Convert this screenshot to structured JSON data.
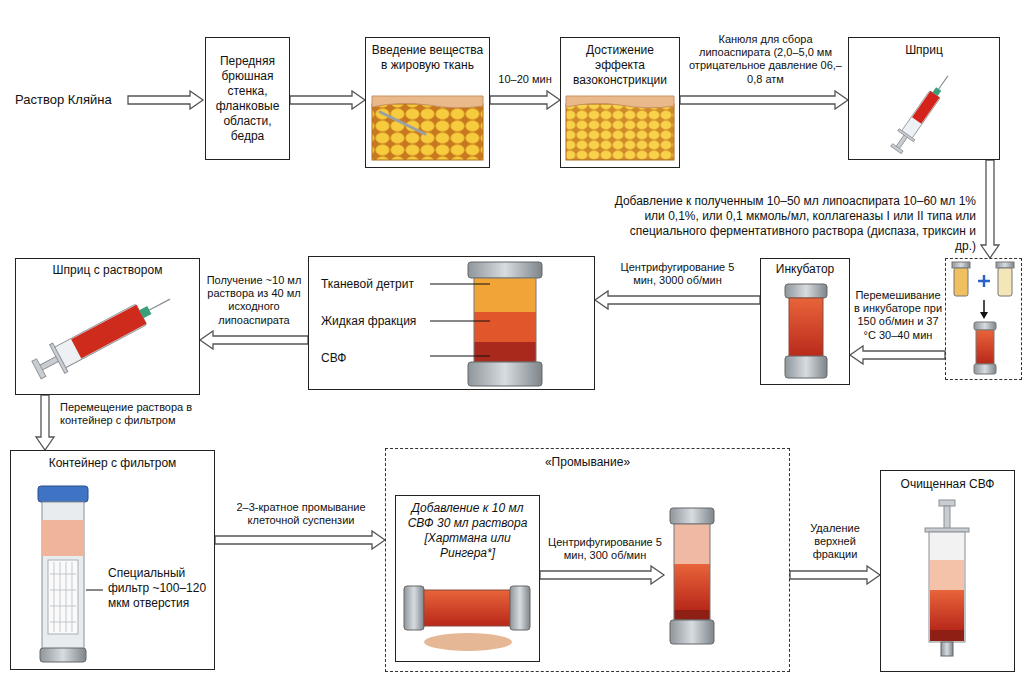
{
  "diagram": {
    "nodes": [
      {
        "text": [
          "Передняя брюшная стенка, фланковые области, бедра"
        ]
      },
      {
        "text": [
          "Введение вещества в жировую ткань"
        ]
      },
      {
        "text": [
          "Достижение эффекта вазоконстрикции"
        ]
      },
      {
        "text": [
          "Шприц"
        ]
      },
      {
        "text": [
          "Добавление к полученным 10–50 мл липоаспирата 10–60 мл 1% или 0,1%, или 0,1 мкмоль/мл, коллагеназы I или II типа или специального ферментативного раствора (диспаза, триксин и др.)"
        ]
      },
      {
        "text": [
          "Инкубатор"
        ]
      },
      {
        "text": [
          "Тканевой детрит",
          "Жидкая фракция",
          "СВФ"
        ]
      },
      {
        "text": [
          "Шприц с раствором"
        ]
      },
      {
        "text": [
          "Контейнер с фильтром",
          "Специальный фильтр ~100–120 мкм отверстия"
        ]
      },
      {
        "text": [
          "«Промывание»"
        ]
      },
      {
        "text": [
          "Добавление к 10 мл СВФ 30 мл раствора [Хартмана или Рингера*]"
        ],
        "in": 9
      },
      {
        "text": [
          "Очищенная СВФ"
        ]
      }
    ],
    "edges": [
      {
        "from": 0,
        "to": 1,
        "arrow": "to"
      },
      {
        "from": 1,
        "to": 2,
        "label": "10–20 мин",
        "arrow": "to"
      },
      {
        "from": 2,
        "to": 3,
        "label": "Канюля для сбора липоаспирата (2,0–5,0 мм отрицательное давление 06,–0,8 атм",
        "arrow": "to"
      },
      {
        "from": 3,
        "to": 4,
        "arrow": "to"
      },
      {
        "from": 4,
        "to": 5,
        "label": "Перемешивание в инкубаторе при 150 об/мин и 37 °С 30–40 мин",
        "arrow": "to"
      },
      {
        "from": 5,
        "to": 6,
        "label": "Центрифугирование 5 мин, 3000 об/мин",
        "arrow": "to"
      },
      {
        "from": 6,
        "to": 7,
        "label": "Получение ~10 мл раствора из 40 мл исходного липоаспирата",
        "arrow": "to"
      },
      {
        "from": 7,
        "to": 8,
        "label": "Перемещение раствора в контейнер с фильтром",
        "arrow": "to"
      },
      {
        "from": 8,
        "to": 9,
        "label": "2–3-кратное промывание клеточной суспензии",
        "arrow": "to"
      },
      {
        "from": 9,
        "to": 11,
        "label": "Удаление верхней фракции",
        "arrow": "to"
      }
    ],
    "labels": [
      "Раствор Кляйна",
      "Центрифугирование 5 мин, 300 об/мин"
    ]
  }
}
